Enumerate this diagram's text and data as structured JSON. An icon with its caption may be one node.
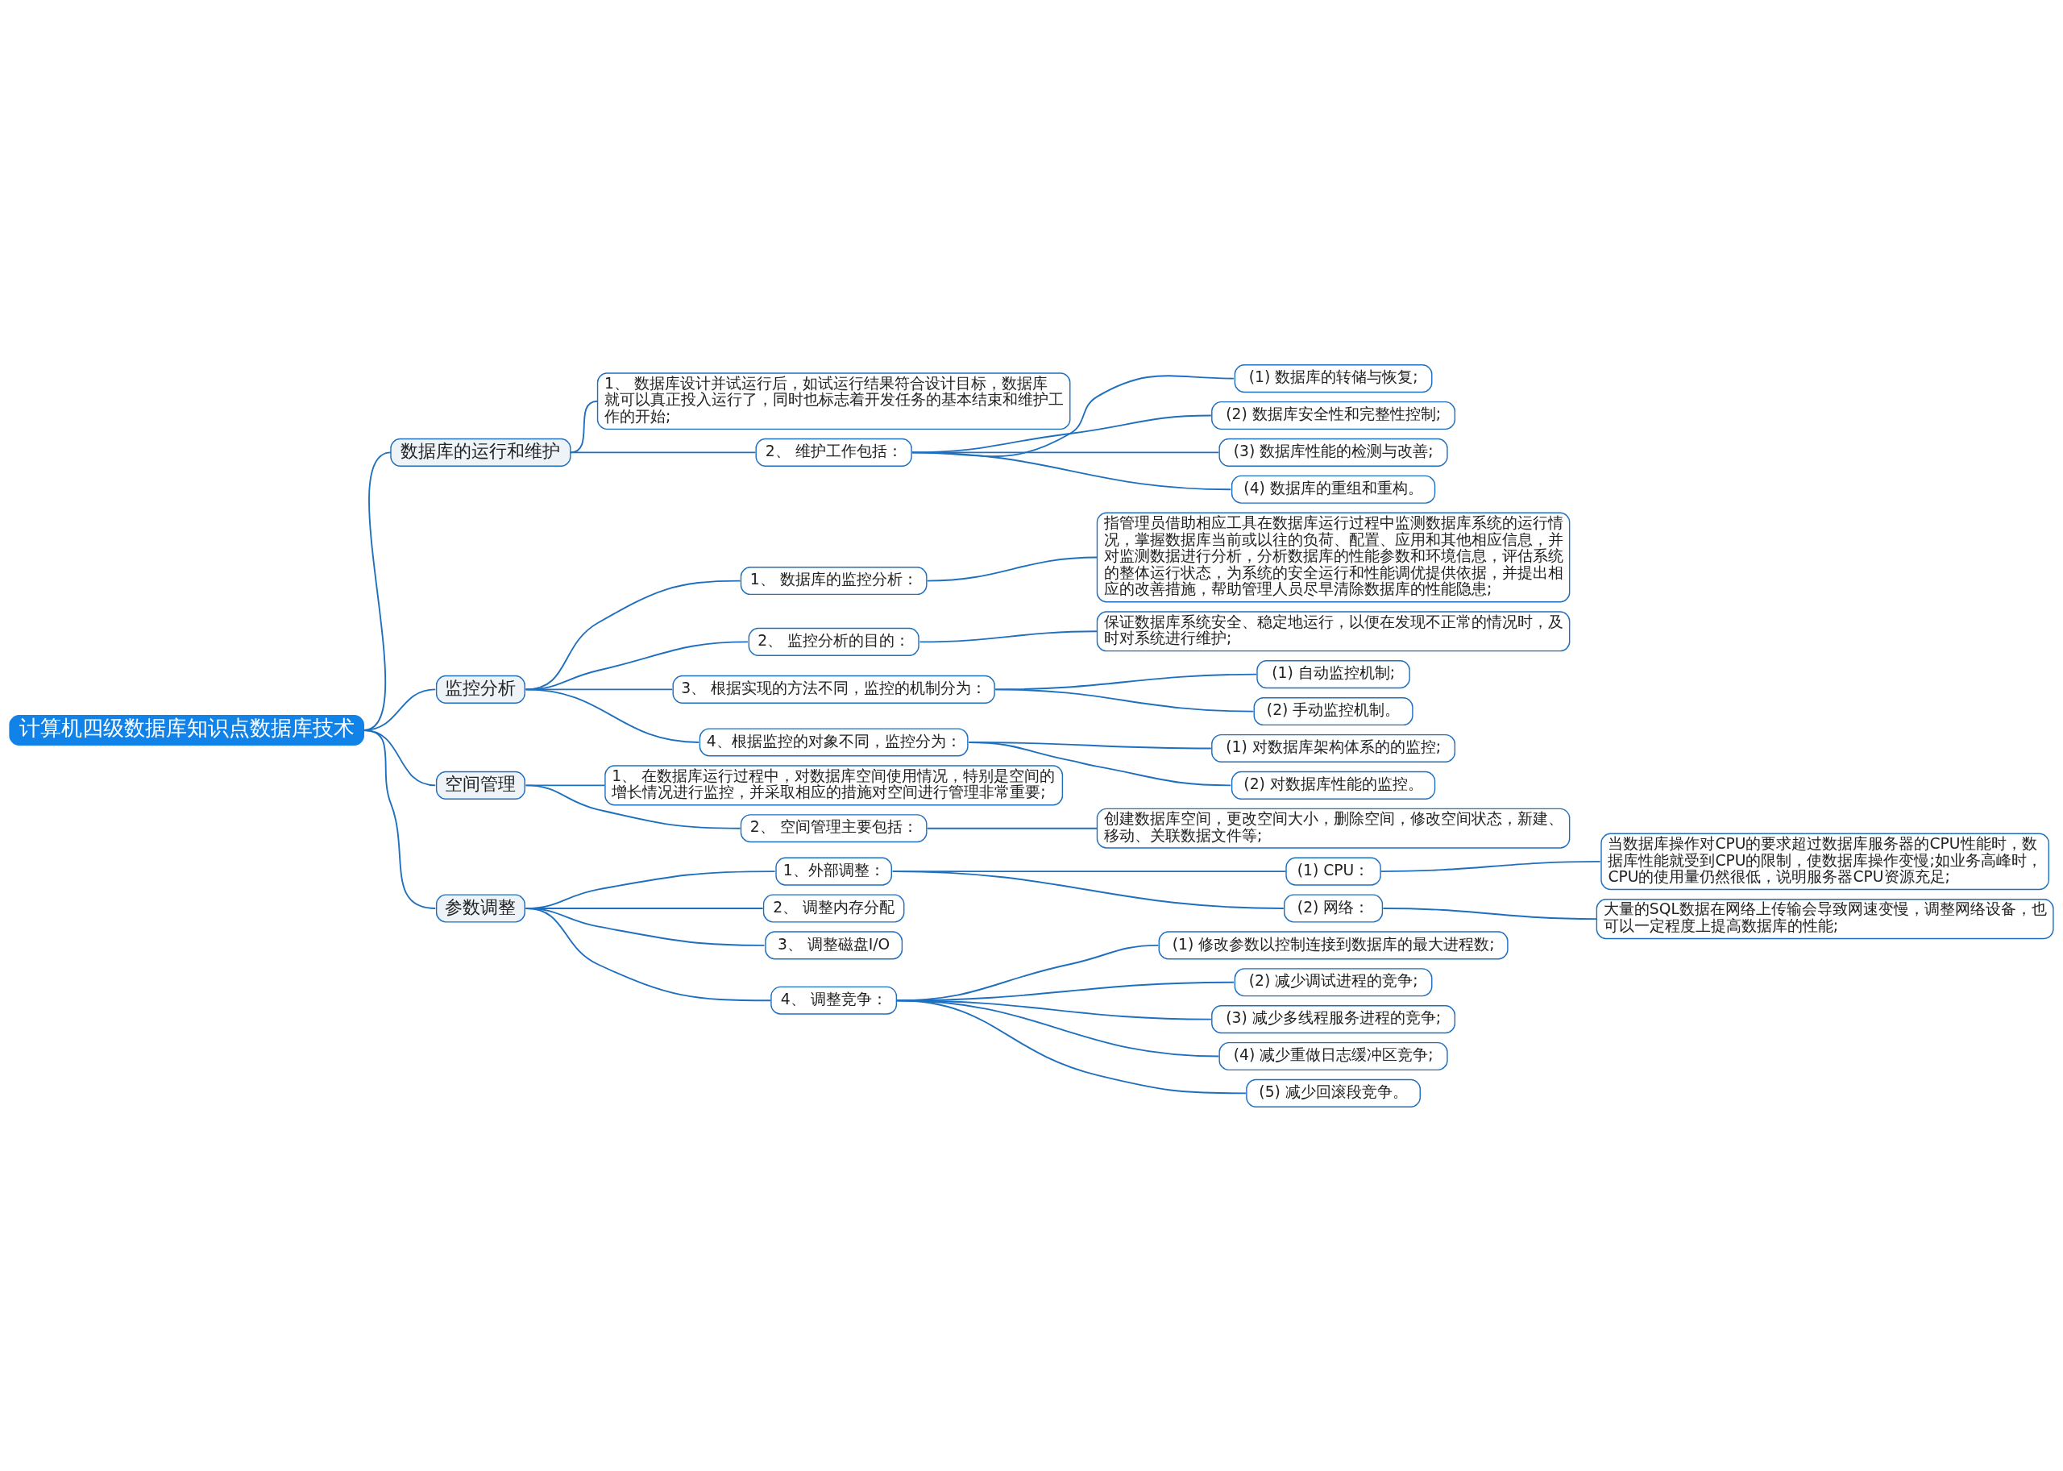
{
  "diagram": {
    "nodes": [
      {
        "text": [
          "计算机四级数据库知识点数据库技术"
        ]
      },
      {
        "text": [
          "数据库的运行和维护"
        ]
      },
      {
        "text": [
          "1、 数据库设计并试运行后，如试运行结果符合设计目标，数据库就可以真正投入运行了，同时也标志着开发任务的基本结束和维护工作的开始;"
        ]
      },
      {
        "text": [
          "2、 维护工作包括："
        ]
      },
      {
        "text": [
          "(1) 数据库的转储与恢复;"
        ]
      },
      {
        "text": [
          "(2) 数据库安全性和完整性控制;"
        ]
      },
      {
        "text": [
          "(3) 数据库性能的检测与改善;"
        ]
      },
      {
        "text": [
          "(4) 数据库的重组和重构。"
        ]
      },
      {
        "text": [
          "监控分析"
        ]
      },
      {
        "text": [
          "1、 数据库的监控分析："
        ]
      },
      {
        "text": [
          "指管理员借助相应工具在数据库运行过程中监测数据库系统的运行情况，掌握数据库当前或以往的负荷、配置、应用和其他相应信息，并对监测数据进行分析，分析数据库的性能参数和环境信息，评估系统的整体运行状态，为系统的安全运行和性能调优提供依据，并提出相应的改善措施，帮助管理人员尽早清除数据库的性能隐患;"
        ]
      },
      {
        "text": [
          "2、 监控分析的目的："
        ]
      },
      {
        "text": [
          "保证数据库系统安全、稳定地运行，以便在发现不正常的情况时，及时对系统进行维护;"
        ]
      },
      {
        "text": [
          "3、 根据实现的方法不同，监控的机制分为："
        ]
      },
      {
        "text": [
          "(1) 自动监控机制;"
        ]
      },
      {
        "text": [
          "(2) 手动监控机制。"
        ]
      },
      {
        "text": [
          "4、根据监控的对象不同，监控分为："
        ]
      },
      {
        "text": [
          "(1) 对数据库架构体系的的监控;"
        ]
      },
      {
        "text": [
          "(2) 对数据库性能的监控。"
        ]
      },
      {
        "text": [
          "空间管理"
        ]
      },
      {
        "text": [
          "1、 在数据库运行过程中，对数据库空间使用情况，特别是空间的增长情况进行监控，并采取相应的措施对空间进行管理非常重要;"
        ]
      },
      {
        "text": [
          "2、 空间管理主要包括："
        ]
      },
      {
        "text": [
          "创建数据库空间，更改空间大小，删除空间，修改空间状态，新建、移动、关联数据文件等;"
        ]
      },
      {
        "text": [
          "参数调整"
        ]
      },
      {
        "text": [
          "1、外部调整："
        ]
      },
      {
        "text": [
          "(1) CPU："
        ]
      },
      {
        "text": [
          "当数据库操作对CPU的要求超过数据库服务器的CPU性能时，数据库性能就受到CPU的限制，使数据库操作变慢;如业务高峰时，CPU的使用量仍然很低，说明服务器CPU资源充足;"
        ]
      },
      {
        "text": [
          "(2) 网络："
        ]
      },
      {
        "text": [
          "大量的SQL数据在网络上传输会导致网速变慢，调整网络设备，也可以一定程度上提高数据库的性能;"
        ]
      },
      {
        "text": [
          "2、 调整内存分配"
        ]
      },
      {
        "text": [
          "3、 调整磁盘I/O"
        ]
      },
      {
        "text": [
          "4、 调整竞争："
        ]
      },
      {
        "text": [
          "(1) 修改参数以控制连接到数据库的最大进程数;"
        ]
      },
      {
        "text": [
          "(2) 减少调试进程的竞争;"
        ]
      },
      {
        "text": [
          "(3) 减少多线程服务进程的竞争;"
        ]
      },
      {
        "text": [
          "(4) 减少重做日志缓冲区竞争;"
        ]
      },
      {
        "text": [
          "(5) 减少回滚段竞争。"
        ]
      }
    ],
    "edges": [
      {
        "from": 0,
        "to": 1,
        "arrow": "none"
      },
      {
        "from": 1,
        "to": 2,
        "arrow": "none"
      },
      {
        "from": 1,
        "to": 3,
        "arrow": "none"
      },
      {
        "from": 3,
        "to": 4,
        "arrow": "none"
      },
      {
        "from": 3,
        "to": 5,
        "arrow": "none"
      },
      {
        "from": 3,
        "to": 6,
        "arrow": "none"
      },
      {
        "from": 3,
        "to": 7,
        "arrow": "none"
      },
      {
        "from": 0,
        "to": 8,
        "arrow": "none"
      },
      {
        "from": 8,
        "to": 9,
        "arrow": "none"
      },
      {
        "from": 9,
        "to": 10,
        "arrow": "none"
      },
      {
        "from": 8,
        "to": 11,
        "arrow": "none"
      },
      {
        "from": 11,
        "to": 12,
        "arrow": "none"
      },
      {
        "from": 8,
        "to": 13,
        "arrow": "none"
      },
      {
        "from": 13,
        "to": 14,
        "arrow": "none"
      },
      {
        "from": 13,
        "to": 15,
        "arrow": "none"
      },
      {
        "from": 8,
        "to": 16,
        "arrow": "none"
      },
      {
        "from": 16,
        "to": 17,
        "arrow": "none"
      },
      {
        "from": 16,
        "to": 18,
        "arrow": "none"
      },
      {
        "from": 0,
        "to": 19,
        "arrow": "none"
      },
      {
        "from": 19,
        "to": 20,
        "arrow": "none"
      },
      {
        "from": 19,
        "to": 21,
        "arrow": "none"
      },
      {
        "from": 21,
        "to": 22,
        "arrow": "none"
      },
      {
        "from": 0,
        "to": 23,
        "arrow": "none"
      },
      {
        "from": 23,
        "to": 24,
        "arrow": "none"
      },
      {
        "from": 24,
        "to": 25,
        "arrow": "none"
      },
      {
        "from": 25,
        "to": 26,
        "arrow": "none"
      },
      {
        "from": 24,
        "to": 27,
        "arrow": "none"
      },
      {
        "from": 27,
        "to": 28,
        "arrow": "none"
      },
      {
        "from": 23,
        "to": 29,
        "arrow": "none"
      },
      {
        "from": 23,
        "to": 30,
        "arrow": "none"
      },
      {
        "from": 23,
        "to": 31,
        "arrow": "none"
      },
      {
        "from": 31,
        "to": 32,
        "arrow": "none"
      },
      {
        "from": 31,
        "to": 33,
        "arrow": "none"
      },
      {
        "from": 31,
        "to": 34,
        "arrow": "none"
      },
      {
        "from": 31,
        "to": 35,
        "arrow": "none"
      },
      {
        "from": 31,
        "to": 36,
        "arrow": "none"
      }
    ]
  }
}
